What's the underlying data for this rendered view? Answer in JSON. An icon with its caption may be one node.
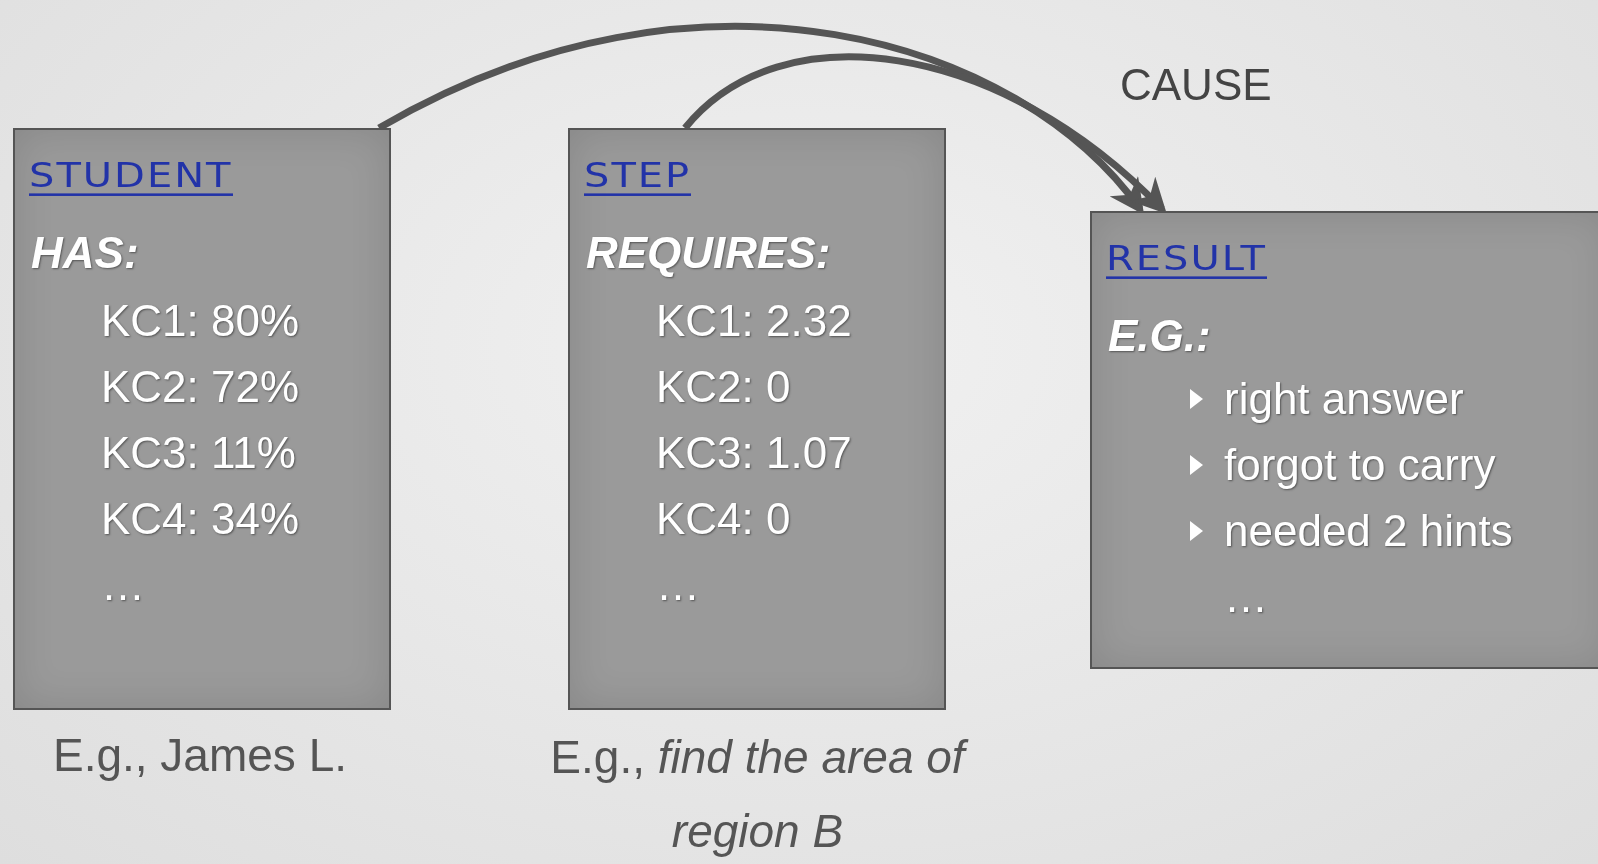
{
  "diagram": {
    "nodes": [
      {
        "text": [
          "STUDENT",
          "HAS:",
          "KC1: 80%",
          "KC2: 72%",
          "KC3: 11%",
          "KC4: 34%",
          "…"
        ],
        "beside": [
          "E.g., James L."
        ]
      },
      {
        "text": [
          "STEP",
          "REQUIRES:",
          "KC1: 2.32",
          "KC2: 0",
          "KC3: 1.07",
          "KC4: 0",
          "…"
        ],
        "beside": [
          "E.g., *find the area of region B*"
        ]
      },
      {
        "text": [
          "RESULT",
          "E.G.:",
          "right answer",
          "forgot to carry",
          "needed 2 hints",
          "…"
        ]
      }
    ],
    "edges": [
      {
        "from": 0,
        "to": 2,
        "arrow": "to"
      },
      {
        "from": 1,
        "to": 2,
        "arrow": "to"
      }
    ],
    "labels": [
      "CAUSE"
    ]
  }
}
